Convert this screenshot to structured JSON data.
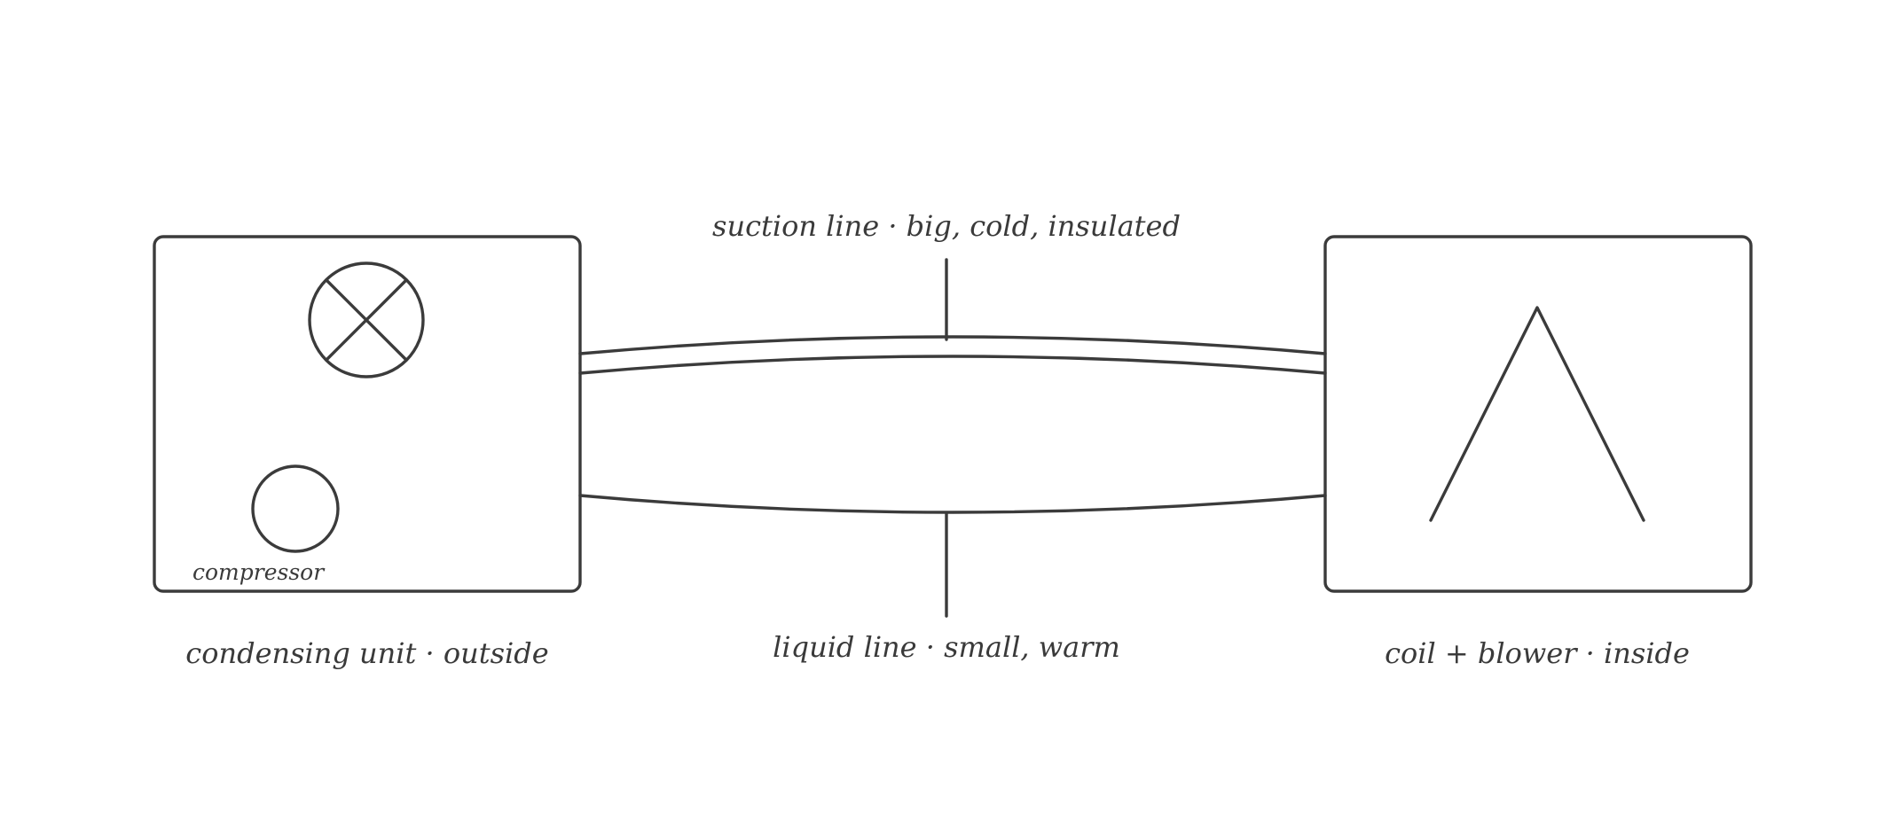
{
  "labels": {
    "suction_line": "suction line · big, cold, insulated",
    "liquid_line": "liquid line · small, warm",
    "compressor": "compressor",
    "condensing_unit": "condensing unit · outside",
    "indoor_unit": "coil + blower · inside"
  },
  "colors": {
    "stroke": "#3b3b3b",
    "text": "#3a3a3a",
    "background": "#ffffff"
  }
}
